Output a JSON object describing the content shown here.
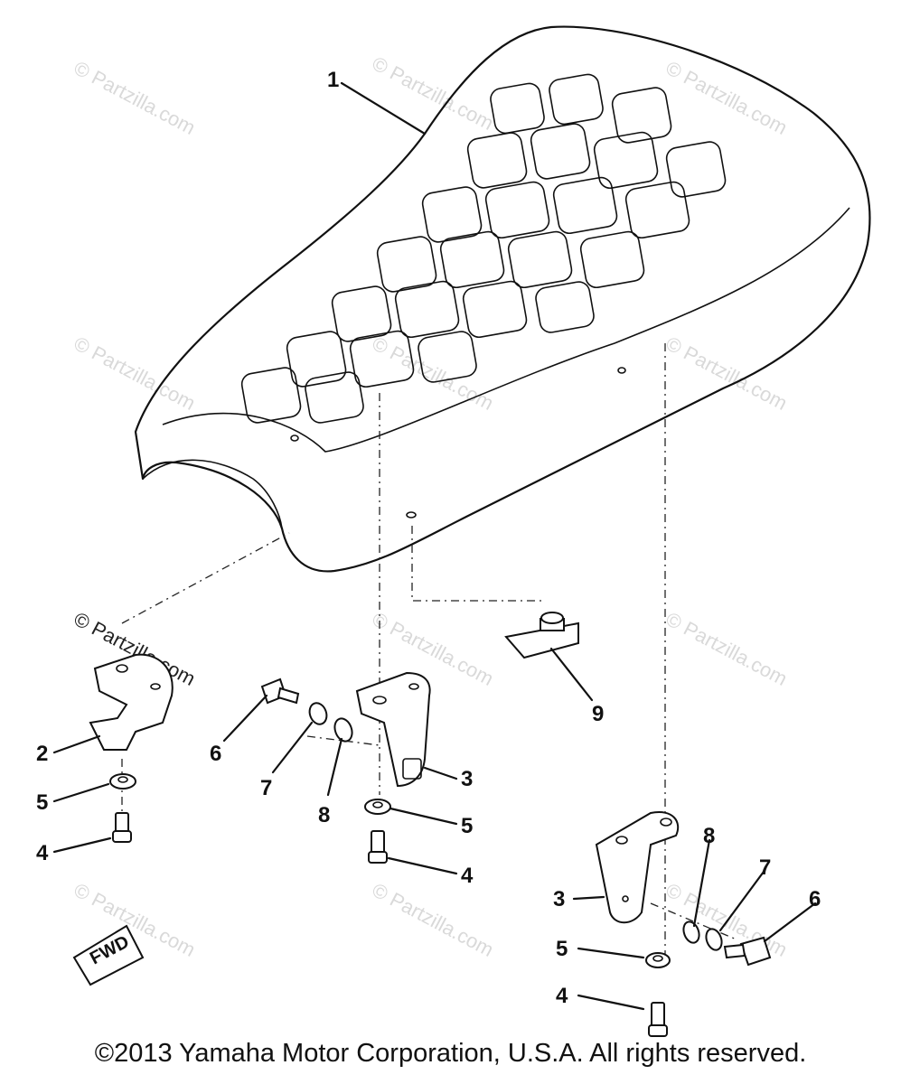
{
  "callouts": {
    "c1": "1",
    "c2": "2",
    "c3a": "3",
    "c3b": "3",
    "c4a": "4",
    "c4b": "4",
    "c4c": "4",
    "c5a": "5",
    "c5b": "5",
    "c5c": "5",
    "c6a": "6",
    "c6b": "6",
    "c7a": "7",
    "c7b": "7",
    "c8a": "8",
    "c8b": "8",
    "c9": "9"
  },
  "fwd_label": "FWD",
  "watermark": "© Partzilla.com",
  "copyright": "©2013 Yamaha Motor Corporation, U.S.A. All rights reserved."
}
